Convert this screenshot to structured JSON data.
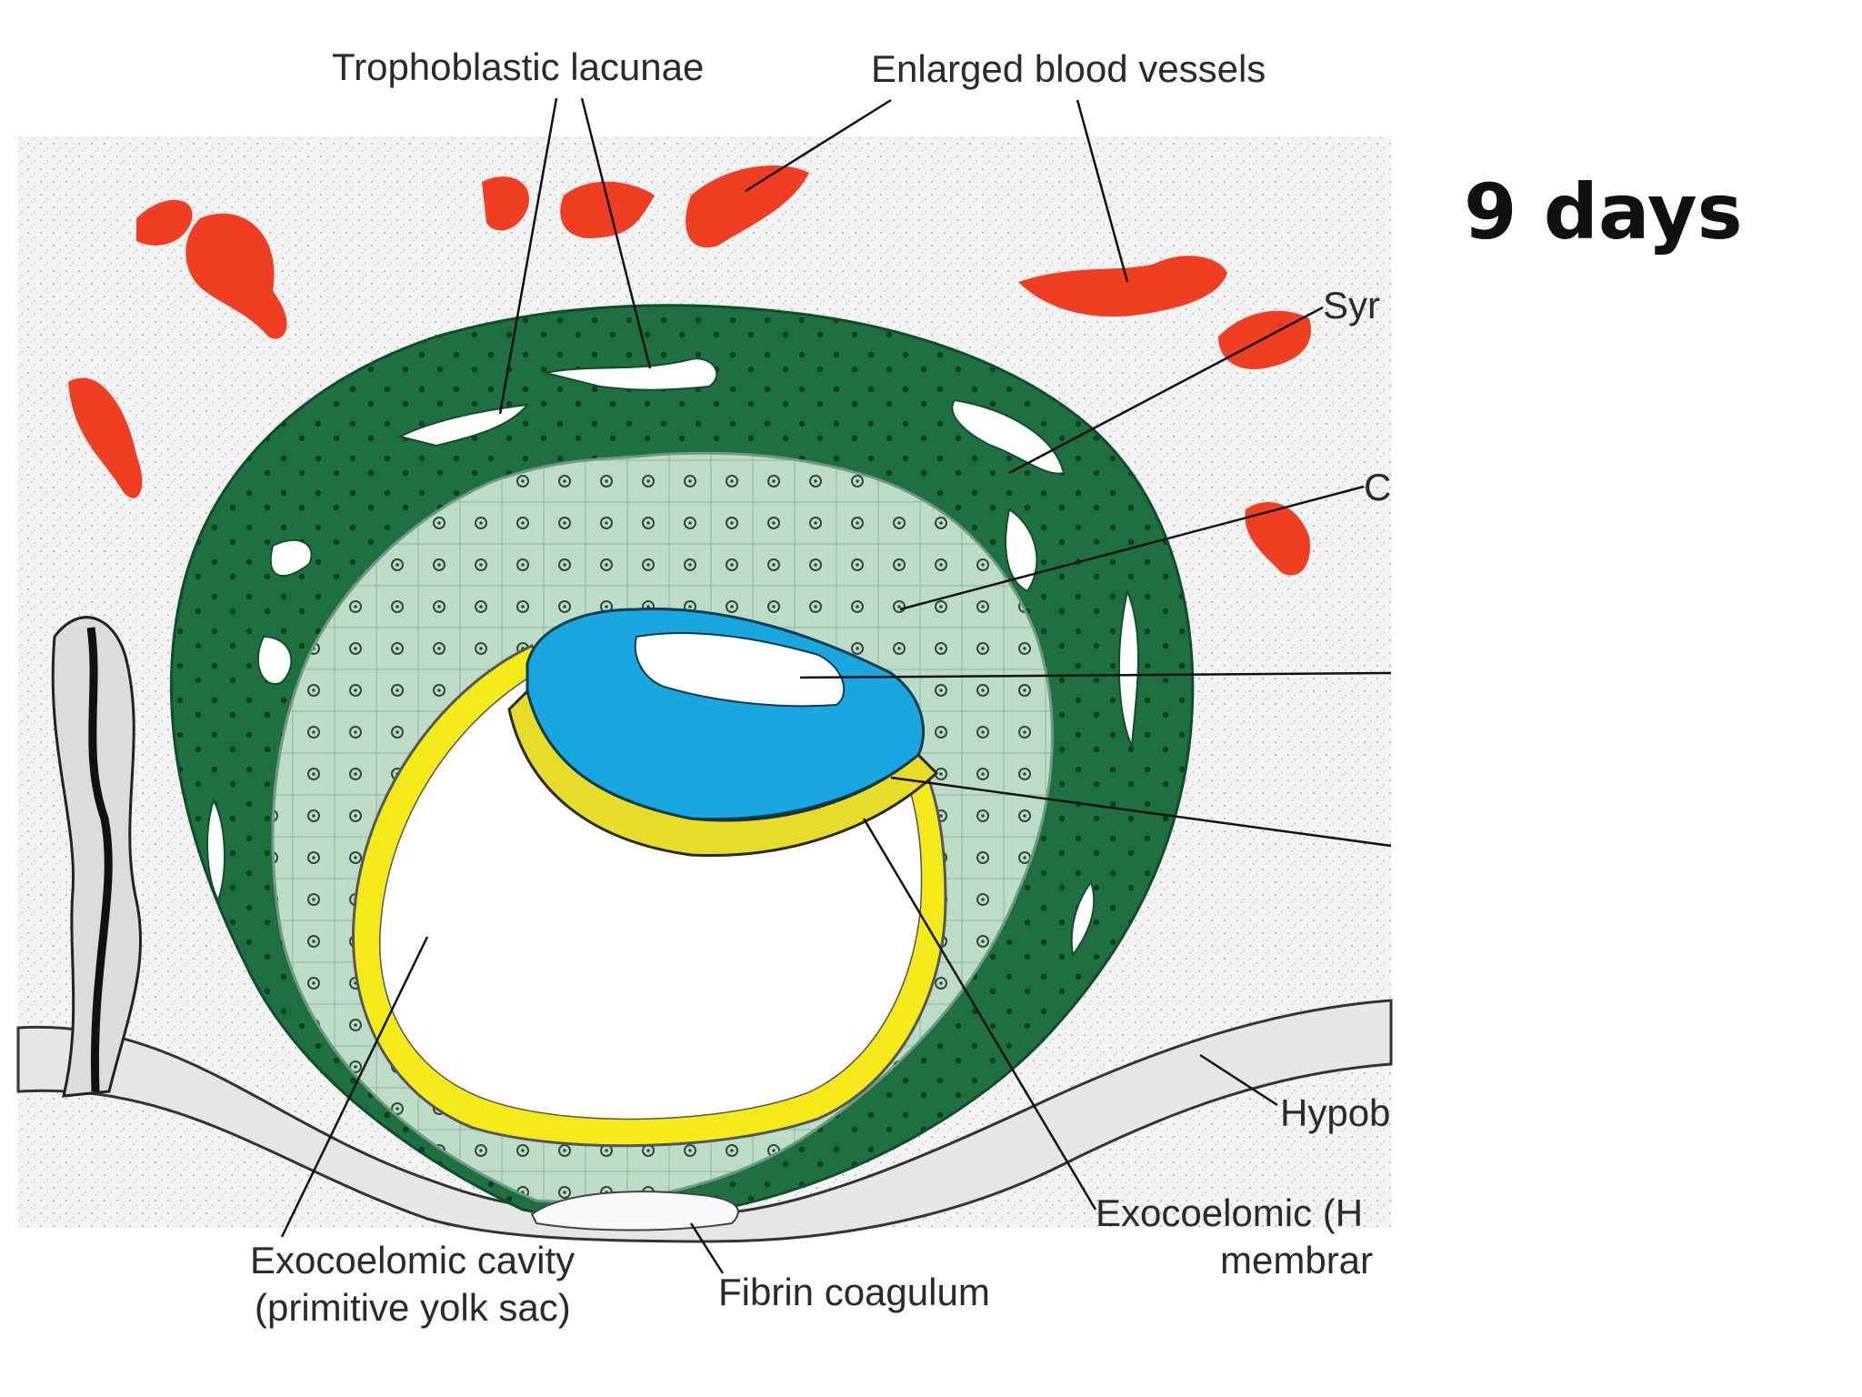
{
  "title": "9 days",
  "labels": {
    "trophoblastic_lacunae": "Trophoblastic lacunae",
    "enlarged_blood_vessels": "Enlarged blood vessels",
    "syncytiotrophoblast_cut": "Syr",
    "cytotrophoblast_cut": "C",
    "hypoblast_cut": "Hypob",
    "exocoelomic_membrane_line1": "Exocoelomic (H",
    "exocoelomic_membrane_line2": "membrar",
    "exocoelomic_cavity_line1": "Exocoelomic cavity",
    "exocoelomic_cavity_line2": "(primitive yolk sac)",
    "fibrin_coagulum": "Fibrin coagulum"
  },
  "colors": {
    "syncytiotrophoblast": "#1f7040",
    "cytotrophoblast": "#bcdcc8",
    "epiblast": "#1aa6de",
    "hypoblast": "#e8dc2a",
    "exocoelomic_membrane": "#f4ea1a",
    "blood_vessel": "#ef3e22",
    "lacuna": "#ffffff",
    "endometrium": "#f0f0f0"
  }
}
